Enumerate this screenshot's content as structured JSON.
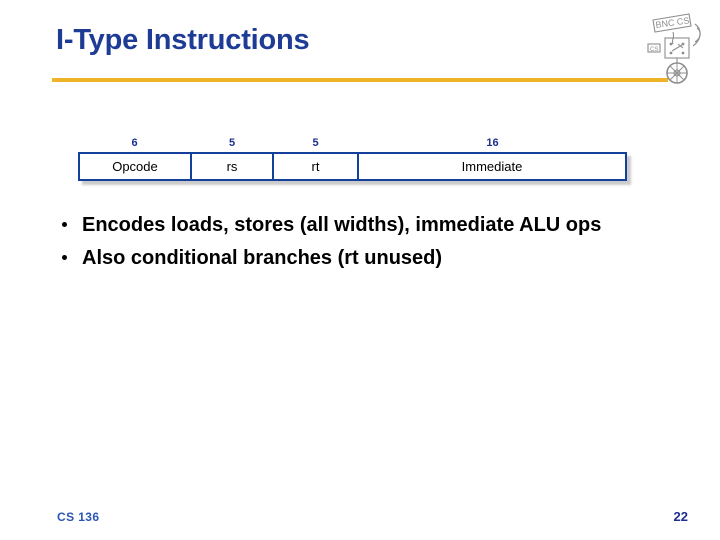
{
  "slide": {
    "title": "I-Type Instructions",
    "accent_rule_color": "#edb525",
    "title_color": "#1e3c96"
  },
  "logo": {
    "name": "bnc-cs-logo",
    "text": "BNC CS"
  },
  "instruction_format": {
    "name": "I-Type instruction encoding",
    "border_color": "#12409a",
    "width_label_color": "#1e2f8c",
    "fields": [
      {
        "bits": "6",
        "label": "Opcode"
      },
      {
        "bits": "5",
        "label": "rs"
      },
      {
        "bits": "5",
        "label": "rt"
      },
      {
        "bits": "16",
        "label": "Immediate"
      }
    ]
  },
  "bullets": [
    "Encodes loads, stores (all widths), immediate ALU ops",
    "Also conditional branches (rt unused)"
  ],
  "footer": {
    "course": "CS 136",
    "page_number": "22"
  }
}
